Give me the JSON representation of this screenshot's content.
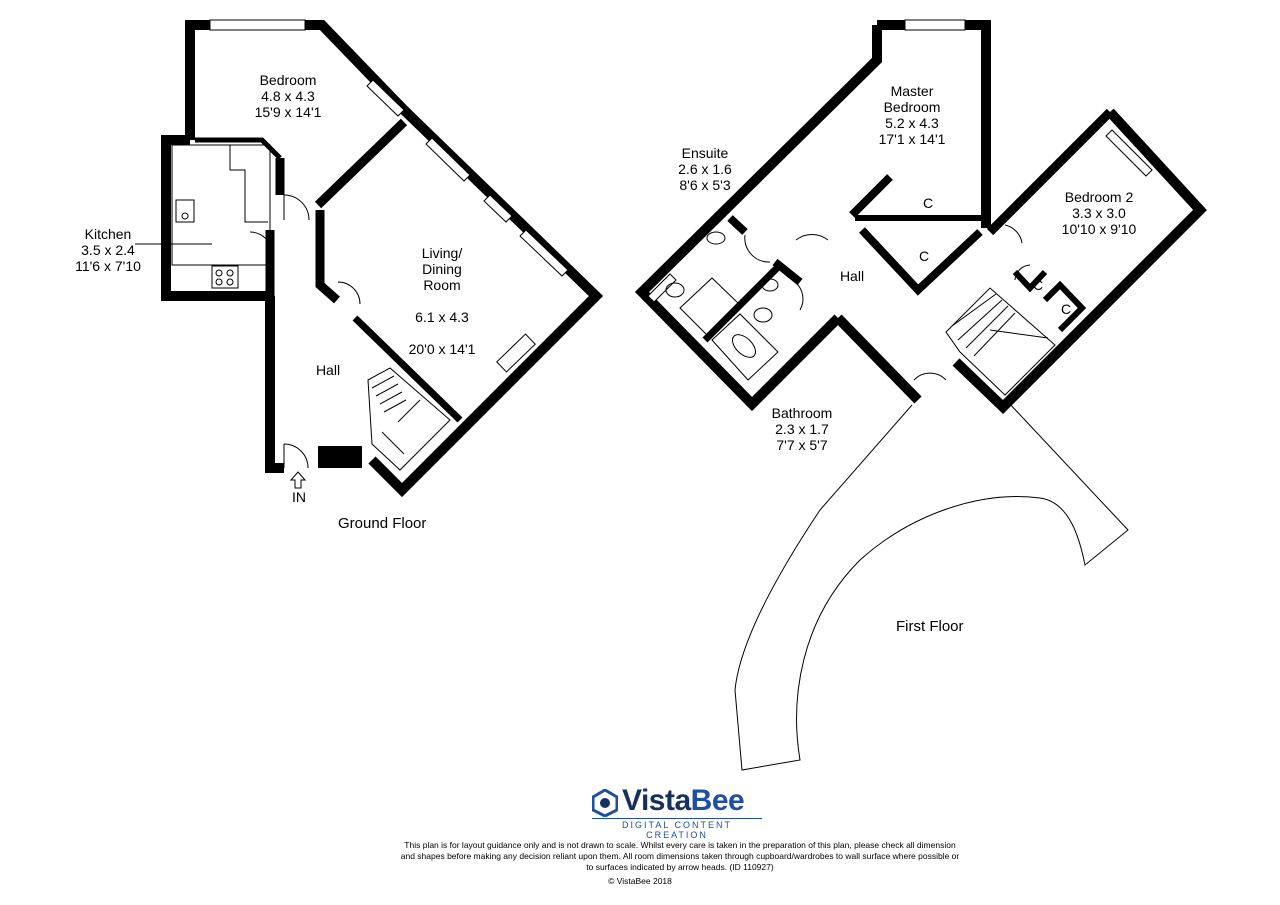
{
  "ground_floor": {
    "caption": "Ground Floor",
    "entrance": "IN",
    "rooms": [
      {
        "id": "bedroom",
        "name": "Bedroom",
        "metric": "4.8 x 4.3",
        "imperial": "15'9 x 14'1"
      },
      {
        "id": "kitchen",
        "name": "Kitchen",
        "metric": "3.5 x 2.4",
        "imperial": "11'6 x 7'10"
      },
      {
        "id": "living",
        "name": "Living/\nDining\nRoom",
        "metric": "6.1 x 4.3",
        "imperial": "20'0 x 14'1"
      },
      {
        "id": "hall",
        "name": "Hall"
      }
    ]
  },
  "first_floor": {
    "caption": "First Floor",
    "rooms": [
      {
        "id": "master",
        "name": "Master\nBedroom",
        "metric": "5.2 x 4.3",
        "imperial": "17'1 x 14'1"
      },
      {
        "id": "ensuite",
        "name": "Ensuite",
        "metric": "2.6 x 1.6",
        "imperial": "8'6 x 5'3"
      },
      {
        "id": "bedroom2",
        "name": "Bedroom 2",
        "metric": "3.3 x 3.0",
        "imperial": "10'10 x 9'10"
      },
      {
        "id": "bathroom",
        "name": "Bathroom",
        "metric": "2.3 x 1.7",
        "imperial": "7'7 x 5'7"
      },
      {
        "id": "hall",
        "name": "Hall"
      }
    ],
    "cupboard_label": "C"
  },
  "brand": {
    "name_a": "Vista",
    "name_b": "Bee",
    "tagline": "DIGITAL CONTENT CREATION",
    "color_dark": "#16315e",
    "color_blue": "#1f4fa0"
  },
  "disclaimer": "This plan is for layout guidance only and is not drawn to scale. Whilst every care is taken in the preparation of this plan, please check all dimension and shapes before making any decision reliant upon them. All room dimensions taken through cupboard/wardrobes to wall surface where possible or to surfaces indicated by arrow heads. (ID 110927)",
  "copyright": "© VistaBee 2018"
}
